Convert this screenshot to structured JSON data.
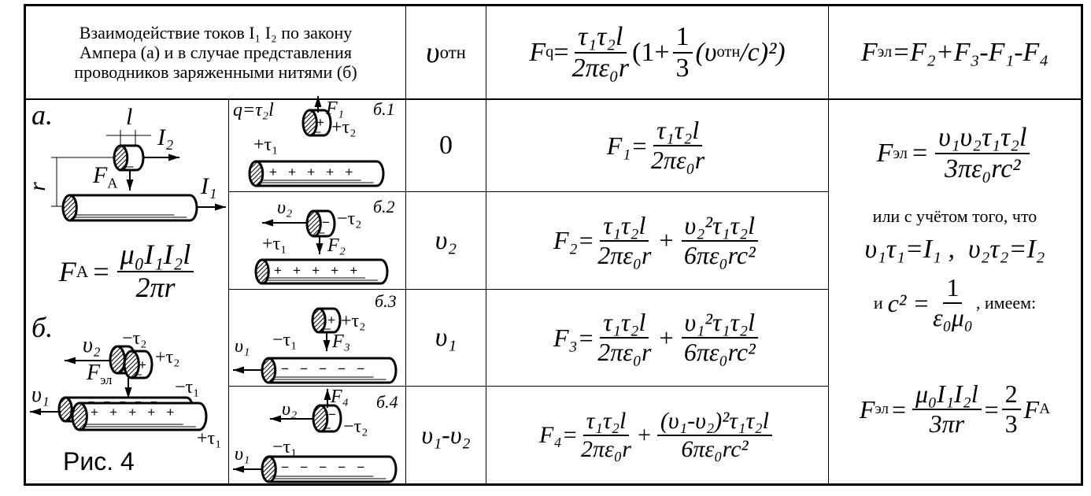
{
  "header": {
    "description_lines": [
      "Взаимодействие токов I₁ I₂ по закону",
      "Ампера (а) и в случае представления",
      "проводников заряженными нитями (б)"
    ],
    "v_rel": {
      "sym": "υ",
      "sub": "отн"
    },
    "fq": {
      "lhs": "F",
      "lhs_sub": "q",
      "eq": "=",
      "num": "τ₁τ₂l",
      "den": "2πε₀r",
      "tail_open": "(1+",
      "tail_num": "1",
      "tail_den": "3",
      "tail_close": "(υ",
      "tail_sub": "отн",
      "tail_end": "/c)²)"
    },
    "fel": {
      "lhs": "F",
      "lhs_sub": "эл",
      "rhs": "=F₂+F₃-F₁-F₄"
    }
  },
  "left": {
    "a_label": "а.",
    "b_label": "б.",
    "fa_formula": {
      "lhs": "F",
      "lhs_sub": "A",
      "eq": "=",
      "num": "μ₀I₁I₂l",
      "den": "2πr"
    },
    "figure_caption": "Рис. 4",
    "diagram_a": {
      "l": "l",
      "i2": "I₂",
      "r": "r",
      "fa": "F",
      "fa_sub": "A",
      "i1": "I₁"
    },
    "diagram_b": {
      "v2": "υ₂",
      "minus_tau2": "−τ₂",
      "plus_tau2": "+τ₂",
      "fel": "F",
      "fel_sub": "эл",
      "v1": "υ₁",
      "minus_tau1": "−τ₁",
      "plus_tau1": "+τ₁",
      "plus_signs": "+   +   +   +   +",
      "minus_signs": "−   −   −   −   −",
      "small_plus": "+"
    }
  },
  "rows": [
    {
      "label": "б.1",
      "v_rel": "0",
      "diagram": {
        "q": "q=τ₂l",
        "force": "F₁",
        "tau2": "+τ₂",
        "tau1": "+τ₁",
        "small_sign": "+",
        "signs": "+   +   +   +   +"
      },
      "formula": {
        "lhs": "F₁=",
        "num": "τ₁τ₂l",
        "den": "2πε₀r"
      }
    },
    {
      "label": "б.2",
      "v_rel": "υ₂",
      "diagram": {
        "v2": "υ₂",
        "force": "F₂",
        "tau2": "−τ₂",
        "tau1": "+τ₁",
        "small_sign": "−",
        "signs": "+   +   +   +   +"
      },
      "formula": {
        "lhs": "F₂=",
        "num": "τ₁τ₂l",
        "den": "2πε₀r",
        "plus": "+",
        "num2": "υ₂²τ₁τ₂l",
        "den2": "6πε₀rc²"
      }
    },
    {
      "label": "б.3",
      "v_rel": "υ₁",
      "diagram": {
        "v1": "υ₁",
        "force": "F₃",
        "tau2": "+τ₂",
        "tau1": "−τ₁",
        "small_sign": "+",
        "signs": "−   −   −   −   −"
      },
      "formula": {
        "lhs": "F₃=",
        "num": "τ₁τ₂l",
        "den": "2πε₀r",
        "plus": "+",
        "num2": "υ₁²τ₁τ₂l",
        "den2": "6πε₀rc²"
      }
    },
    {
      "label": "б.4",
      "v_rel": "υ₁-υ₂",
      "diagram": {
        "v1": "υ₁",
        "v2": "υ₂",
        "force": "F₄",
        "tau2": "−τ₂",
        "tau1": "−τ₁",
        "small_sign": "−",
        "signs": "−   −   −   −   −"
      },
      "formula": {
        "lhs": "F₄=",
        "num": "τ₁τ₂l",
        "den": "2πε₀r",
        "plus": "+",
        "num2": "(υ₁-υ₂)²τ₁τ₂l",
        "den2": "6πε₀rc²"
      }
    }
  ],
  "right": {
    "f1": {
      "lhs": "F",
      "lhs_sub": "эл",
      "eq": "=",
      "num": "υ₁υ₂τ₁τ₂l",
      "den": "3πε₀rc²"
    },
    "text1": "или с учётом того, что",
    "relations": "υ₁τ₁=I₁ ,  υ₂τ₂=I₂",
    "c2": {
      "prefix": "и",
      "lhs": "c² =",
      "num": "1",
      "den": "ε₀μ₀",
      "suffix": ", имеем:"
    },
    "f2": {
      "lhs": "F",
      "lhs_sub": "эл",
      "eq": "=",
      "num": "μ₀I₁I₂l",
      "den": "3πr",
      "eq2": "=",
      "num2": "2",
      "den2": "3",
      "tail": "F",
      "tail_sub": "A"
    }
  }
}
